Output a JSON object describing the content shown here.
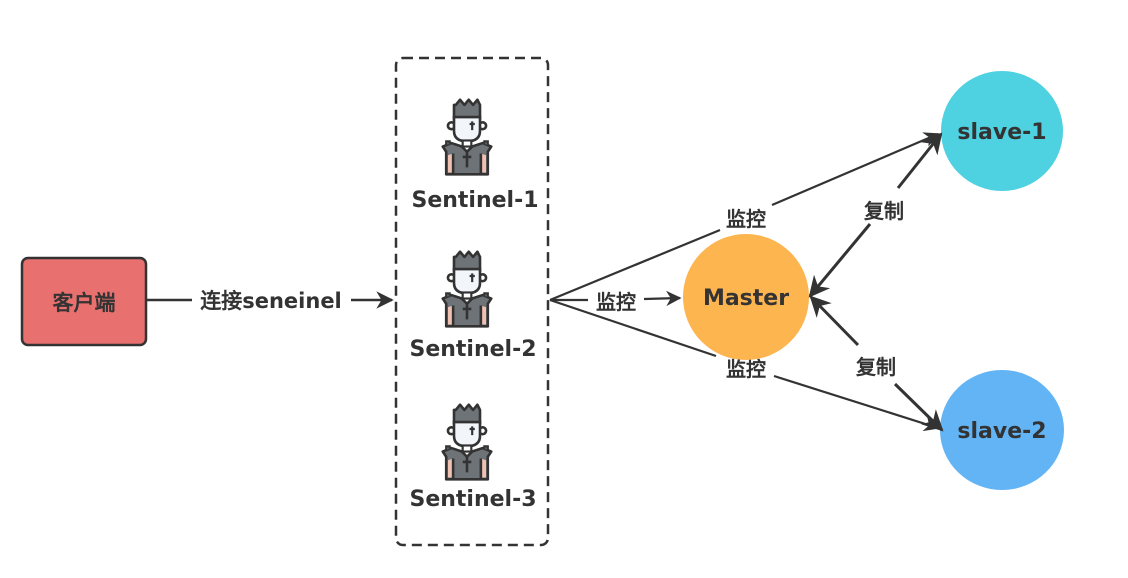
{
  "diagram": {
    "client": {
      "label": "客户端",
      "fill": "#e8706f"
    },
    "connect_label": "连接seneinel",
    "sentinels": [
      {
        "label": "Sentinel-1"
      },
      {
        "label": "Sentinel-2"
      },
      {
        "label": "Sentinel-3"
      }
    ],
    "monitor_labels": [
      "监控",
      "监控",
      "监控"
    ],
    "master": {
      "label": "Master",
      "fill": "#fdb54f"
    },
    "slaves": [
      {
        "label": "slave-1",
        "fill": "#4ed1e1"
      },
      {
        "label": "slave-2",
        "fill": "#63b4f5"
      }
    ],
    "replicate_labels": [
      "复制",
      "复制"
    ],
    "icons": {
      "sentinel": "guard-person-icon"
    }
  }
}
